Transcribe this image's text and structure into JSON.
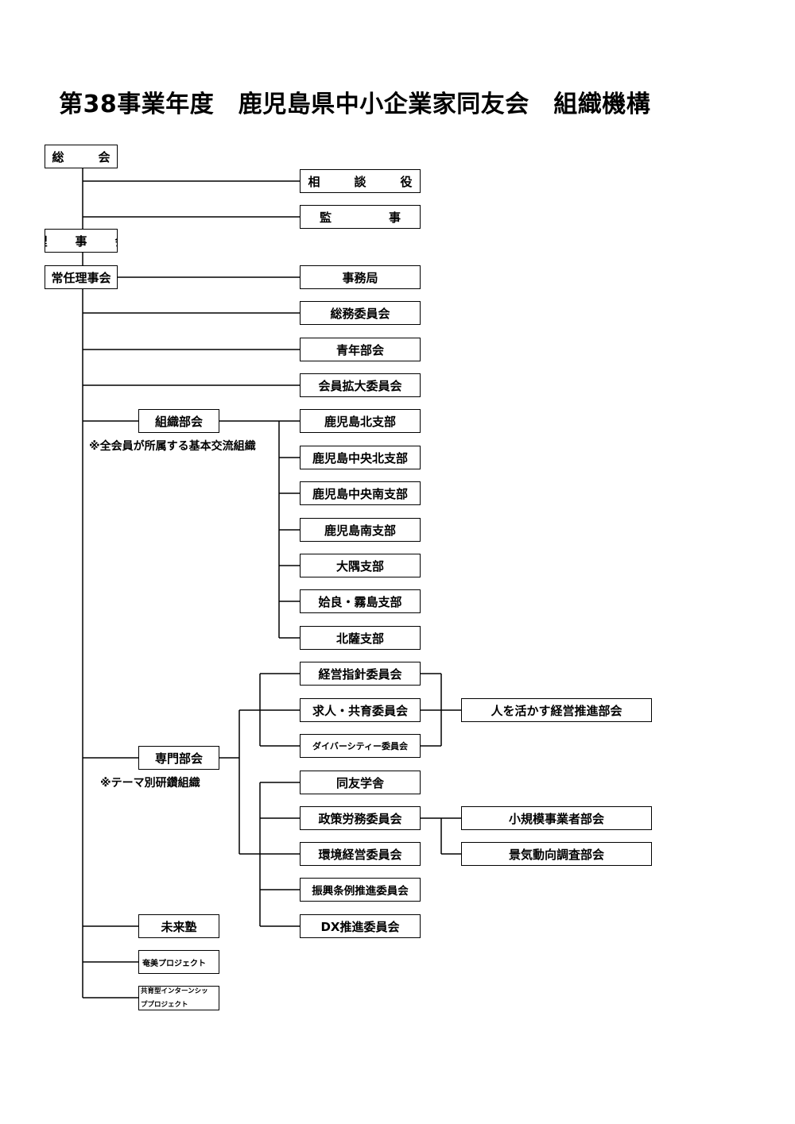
{
  "title": "第38事業年度　鹿児島県中小企業家同友会　組織機構",
  "boxes": {
    "sokai": "総　会",
    "sodanyaku": "相　談　役",
    "kanji": "監　　事",
    "rijikai": "理　事　会",
    "joninrijikai": "常任理事会",
    "jimukyoku": "事務局",
    "somu": "総務委員会",
    "seinen": "青年部会",
    "kakudai": "会員拡大委員会",
    "soshikibukai": "組織部会",
    "kita": "鹿児島北支部",
    "chuokita": "鹿児島中央北支部",
    "chuominami": "鹿児島中央南支部",
    "minami": "鹿児島南支部",
    "osumi": "大隅支部",
    "aira": "姶良・霧島支部",
    "hokusatsu": "北薩支部",
    "keiei": "経営指針委員会",
    "kyujin": "求人・共育委員会",
    "diversity": "ダイバーシティー委員会",
    "hitowo": "人を活かす経営推進部会",
    "senmonbukai": "専門部会",
    "doyugakusha": "同友学舎",
    "seisaku": "政策労務委員会",
    "shokibo": "小規模事業者部会",
    "kankyo": "環境経営委員会",
    "keiki": "景気動向調査部会",
    "shinko": "振興条例推進委員会",
    "dx": "DX推進委員会",
    "miraijuku": "未来塾",
    "amami": "奄美プロジェクト",
    "intern1": "共育型インターンシッ",
    "intern2": "ププロジェクト"
  },
  "notes": {
    "soshiki": "※全会員が所属する基本交流組織",
    "senmon": "※テーマ別研鑽組織"
  }
}
